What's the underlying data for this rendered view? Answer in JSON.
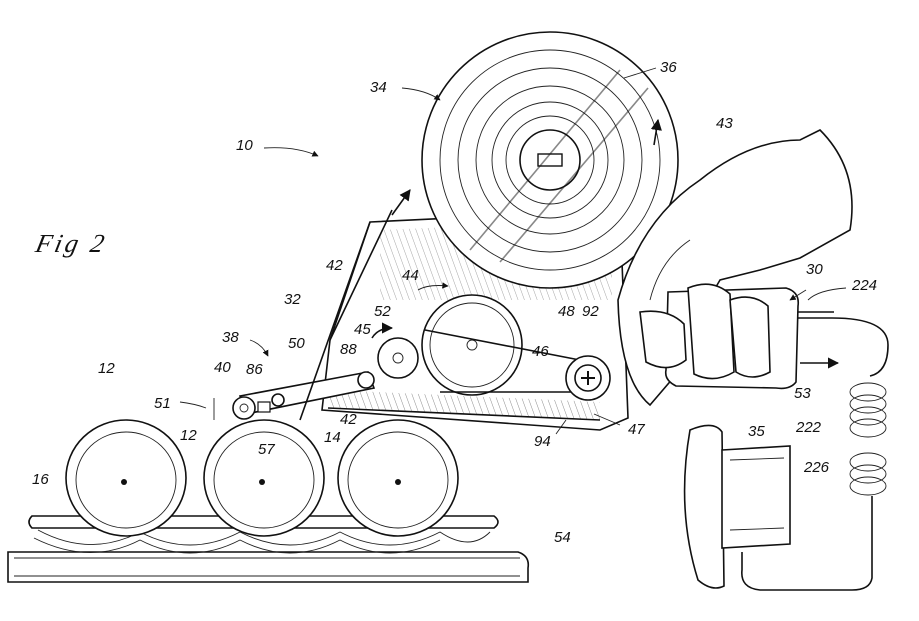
{
  "figure": {
    "title": "Fig 2",
    "labels": {
      "l10": "10",
      "l12a": "12",
      "l12b": "12",
      "l14": "14",
      "l16": "16",
      "l30": "30",
      "l32": "32",
      "l34": "34",
      "l35": "35",
      "l36": "36",
      "l38": "38",
      "l40": "40",
      "l42a": "42",
      "l42b": "42",
      "l43": "43",
      "l44": "44",
      "l45": "45",
      "l46": "46",
      "l47": "47",
      "l48": "48",
      "l50": "50",
      "l51": "51",
      "l52": "52",
      "l53": "53",
      "l54": "54",
      "l57": "57",
      "l86": "86",
      "l88": "88",
      "l92": "92",
      "l94": "94",
      "l222": "222",
      "l224": "224",
      "l226": "226"
    }
  }
}
